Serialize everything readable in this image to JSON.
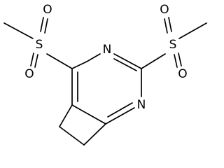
{
  "molecule": {
    "atoms": {
      "n3": "N",
      "n1": "N",
      "s_left": "S",
      "s_right": "S",
      "o_left_top": "O",
      "o_left_bottom": "O",
      "o_right_top": "O",
      "o_right_bottom": "O"
    }
  }
}
